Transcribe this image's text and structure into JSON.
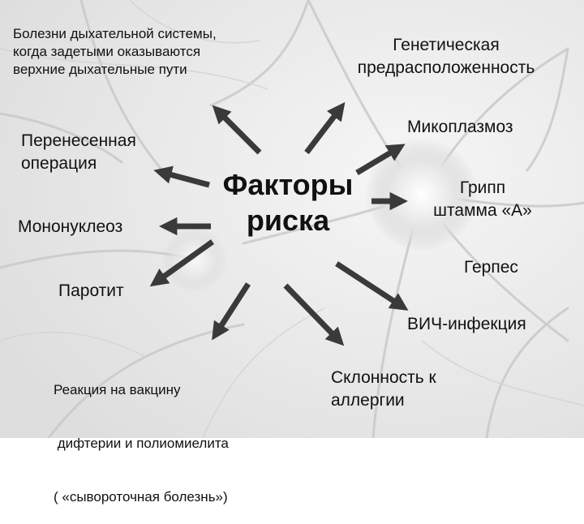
{
  "center": {
    "line1": "Факторы",
    "line2": "риска"
  },
  "factors": {
    "respiratory": [
      "Болезни дыхательной системы,",
      "когда задетыми оказываются",
      "верхние дыхательные пути"
    ],
    "genetic": [
      "Генетическая",
      "предрасположенность"
    ],
    "surgery": [
      "Перенесенная",
      "операция"
    ],
    "mycoplasmosis": "Микоплазмоз",
    "mononucleosis": "Мононуклеоз",
    "flu": [
      "Грипп",
      "штамма «А»"
    ],
    "herpes": "Герпес",
    "mumps": "Паротит",
    "hiv": "ВИЧ-инфекция",
    "vaccine": [
      "Реакция на вакцину",
      " дифтерии и полиомиелита",
      "( «сывороточная болезнь»)"
    ],
    "allergy": [
      "Склонность к",
      "аллергии"
    ]
  },
  "colors": {
    "arrow": "#3a3a3a",
    "text": "#111111",
    "background": "#e9e9e9"
  }
}
